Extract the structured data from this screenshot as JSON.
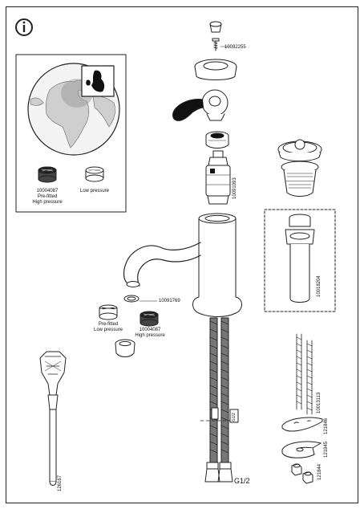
{
  "info": {
    "icon": "info-icon",
    "glyph": "i"
  },
  "parts": {
    "cap_screw": "10092255",
    "cartridge": "10091093",
    "spout_ring": "10091769",
    "aerator_pre": "Pre-fitted",
    "aerator_low": "Low pressure",
    "aerator_hp_code": "10004087",
    "aerator_hp": "High pressure",
    "drain_pipe": "10018204",
    "threaded_rods": "10013113",
    "clamp_plate": "121846",
    "horseshoe": "121845",
    "nuts": "121844",
    "wrench": "126167"
  },
  "globe_box": {
    "code": "10004087",
    "pre": "Pre-fitted",
    "high": "High pressure",
    "low": "Low pressure"
  },
  "connection": "G1/2",
  "hose_tag": "G1/2"
}
